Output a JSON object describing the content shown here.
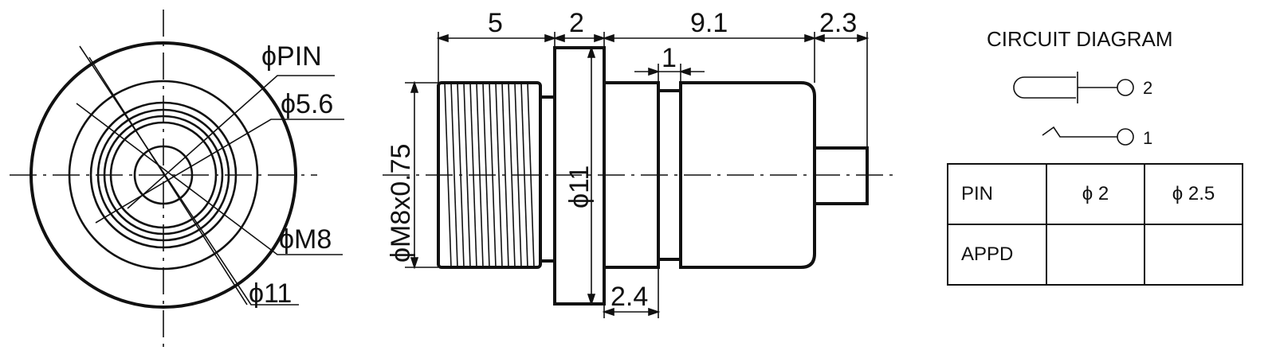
{
  "front_view": {
    "labels": {
      "pin": "ϕPIN",
      "d56": "ϕ5.6",
      "m8": "ϕM8",
      "d11": "ϕ11"
    }
  },
  "side_view": {
    "dims": {
      "thread_len": "5",
      "flange_len": "2",
      "body_len": "9.1",
      "pin_len": "2.3",
      "groove": "1",
      "neck": "2.4",
      "thread_dia": "ϕM8x0.75",
      "flange_dia": "ϕ11"
    }
  },
  "circuit": {
    "title": "CIRCUIT DIAGRAM",
    "terminal_2": "2",
    "terminal_1": "1"
  },
  "table": {
    "rows": [
      [
        "PIN",
        "ϕ 2",
        "ϕ 2.5"
      ],
      [
        "APPD",
        "",
        ""
      ]
    ]
  }
}
